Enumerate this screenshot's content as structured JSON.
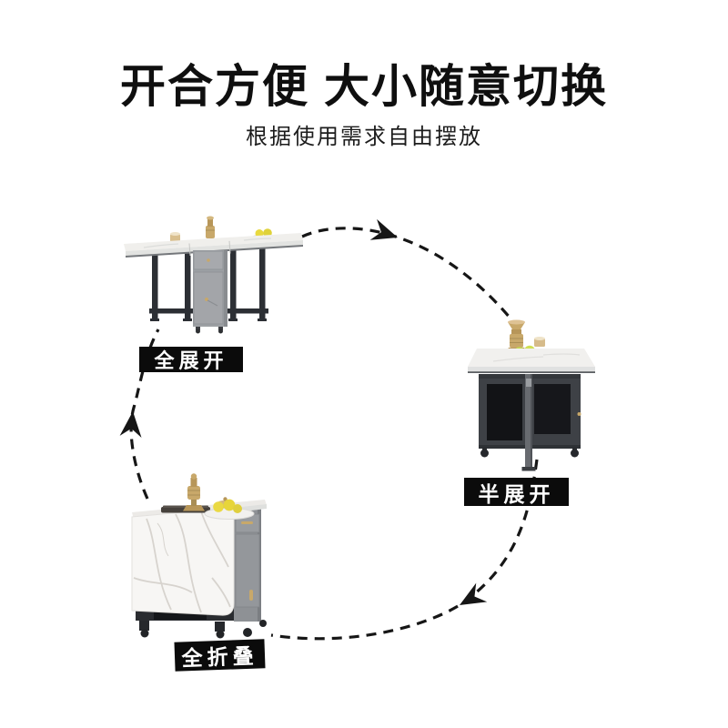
{
  "header": {
    "title": "开合方便 大小随意切换",
    "subtitle": "根据使用需求自由摆放"
  },
  "states": [
    {
      "name": "fully-expanded",
      "label": "全展开"
    },
    {
      "name": "half-expanded",
      "label": "半展开"
    },
    {
      "name": "fully-folded",
      "label": "全折叠"
    }
  ],
  "figures": {
    "expanded": "folding-dining-table-fully-expanded",
    "half": "folding-dining-table-half-expanded",
    "folded": "folding-dining-table-fully-folded"
  },
  "icons": {
    "arrow_expanded_to_half": "dashed-curve-arrow",
    "arrow_half_to_folded": "dashed-curve-arrow",
    "arrow_folded_to_expanded": "dashed-curve-arrow"
  },
  "colors": {
    "background": "#ffffff",
    "title_text": "#0f0f0f",
    "badge_background": "#0b0b0b",
    "badge_text": "#ffffff",
    "arrow": "#161616",
    "marble_top": "#f2f1ee",
    "cabinet_gray": "#9da0a4",
    "base_charcoal": "#3e4146",
    "gold_hardware": "#c8a86a",
    "fruit_yellow": "#e7d53a"
  }
}
